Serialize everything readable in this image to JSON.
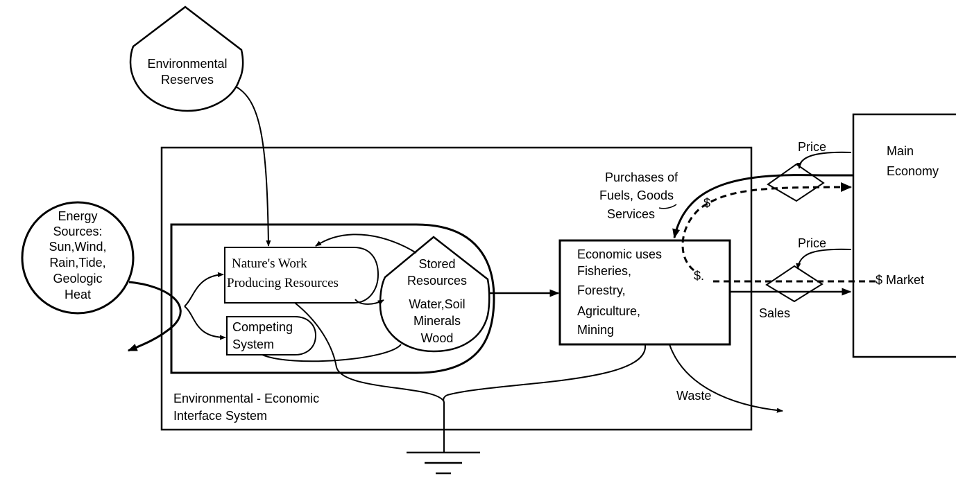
{
  "environmental_reserves": {
    "line1": "Environmental",
    "line2": "Reserves"
  },
  "energy_sources": {
    "line1": "Energy",
    "line2": "Sources:",
    "line3": "Sun,Wind,",
    "line4": "Rain,Tide,",
    "line5": "Geologic",
    "line6": "Heat"
  },
  "natures_work": {
    "line1": "Nature's  Work",
    "line2": "Producing Resources"
  },
  "competing_system": {
    "line1": "Competing",
    "line2": "System"
  },
  "stored_resources": {
    "line1": "Stored",
    "line2": "Resources",
    "line3": "Water,Soil",
    "line4": "Minerals",
    "line5": "Wood"
  },
  "economic_uses": {
    "line1": "Economic uses",
    "line2": "Fisheries,",
    "line3": "Forestry,",
    "line4": "Agriculture,",
    "line5": "Mining"
  },
  "interface_system": {
    "line1": "Environmental  -  Economic",
    "line2": "Interface System"
  },
  "purchases": {
    "line1": "Purchases of",
    "line2": "Fuels, Goods",
    "line3": "Services"
  },
  "price_top": "Price",
  "price_bottom": "Price",
  "main_economy": {
    "line1": "Main",
    "line2": "Economy"
  },
  "market": "$ Market",
  "sales": "Sales",
  "waste": "Waste",
  "dollar_top": "$",
  "dollar_mid": "$."
}
